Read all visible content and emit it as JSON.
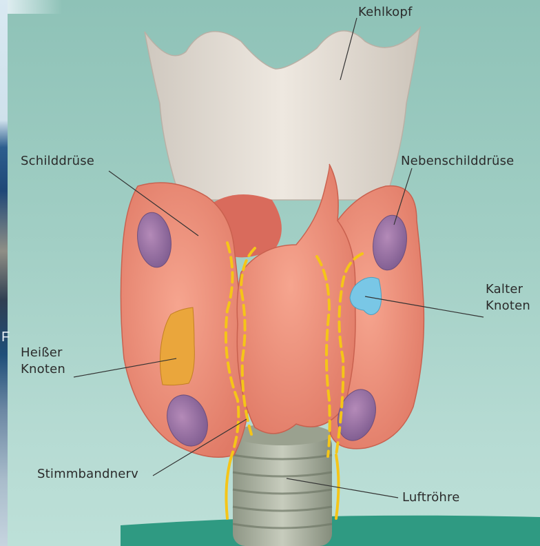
{
  "labels": {
    "kehlkopf": "Kehlkopf",
    "schilddruese": "Schilddrüse",
    "nebenschilddruese": "Nebenschilddrüse",
    "kalter_knoten": [
      "Kalter",
      "Knoten"
    ],
    "heisser_knoten": [
      "Heißer",
      "Knoten"
    ],
    "stimmbandnerv": "Stimmbandnerv",
    "luftroehre": "Luftröhre"
  },
  "colors": {
    "thyroid": "#ef8f7a",
    "cartilage": "#e4ddd4",
    "parathyroid": "#9a6fa2",
    "cold_nodule": "#79c7e6",
    "hot_nodule": "#eaa63c",
    "nerve": "#f5c518",
    "trachea": "#aeb5a2",
    "ground": "#2f9a82"
  },
  "icons": {
    "strip_glyph": "F"
  }
}
